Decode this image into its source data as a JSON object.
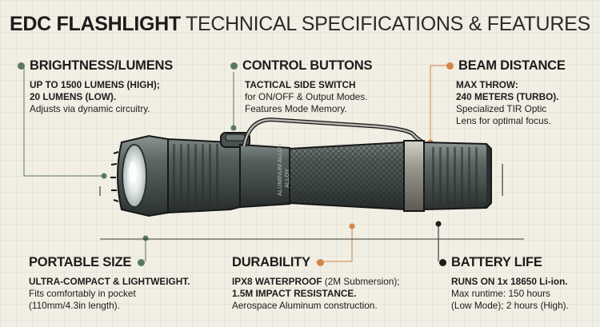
{
  "title": {
    "bold": "EDC FLASHLIGHT",
    "rest": "TECHNICAL SPECIFICATIONS & FEATURES"
  },
  "engraving": {
    "line1": "ALUMINUM ALLOY",
    "line2": "ALLOY"
  },
  "callouts": {
    "brightness": {
      "heading": "BRIGHTNESS/LUMENS",
      "l1": "UP TO 1500 LUMENS (HIGH);",
      "l2": "20 LUMENS (LOW).",
      "l3": "Adjusts via dynamic circuitry.",
      "dot_color": "#5a7a5d"
    },
    "control": {
      "heading": "CONTROL BUTTONS",
      "l1": "TACTICAL SIDE SWITCH",
      "l2": "for ON/OFF & Output Modes.",
      "l3": "Features Mode Memory.",
      "dot_color": "#5a7a5d"
    },
    "beam": {
      "heading": "BEAM DISTANCE",
      "l1": "MAX THROW:",
      "l2": "240 METERS (TURBO).",
      "l3": "Specialized TIR Optic",
      "l4": "Lens for optimal focus.",
      "dot_color": "#d1874a"
    },
    "portable": {
      "heading": "PORTABLE SIZE",
      "l1": "ULTRA-COMPACT & LIGHTWEIGHT.",
      "l2": "Fits comfortably in pocket",
      "l3": "(110mm/4.3in length).",
      "dot_color": "#5a7a5d"
    },
    "durability": {
      "heading": "DURABILITY",
      "l1a": "IPX8 WATERPROOF",
      "l1b": " (2M Submersion);",
      "l2": "1.5M IMPACT RESISTANCE.",
      "l3": "Aerospace Aluminum construction.",
      "dot_color": "#d1874a"
    },
    "battery": {
      "heading": "BATTERY LIFE",
      "l1a": "RUNS ON 1x 18650",
      "l1b": " Li-ion.",
      "l2": "Max runtime: 150 hours",
      "l3": "(Low Mode); 2 hours (High).",
      "dot_color": "#1c1c1c"
    }
  }
}
